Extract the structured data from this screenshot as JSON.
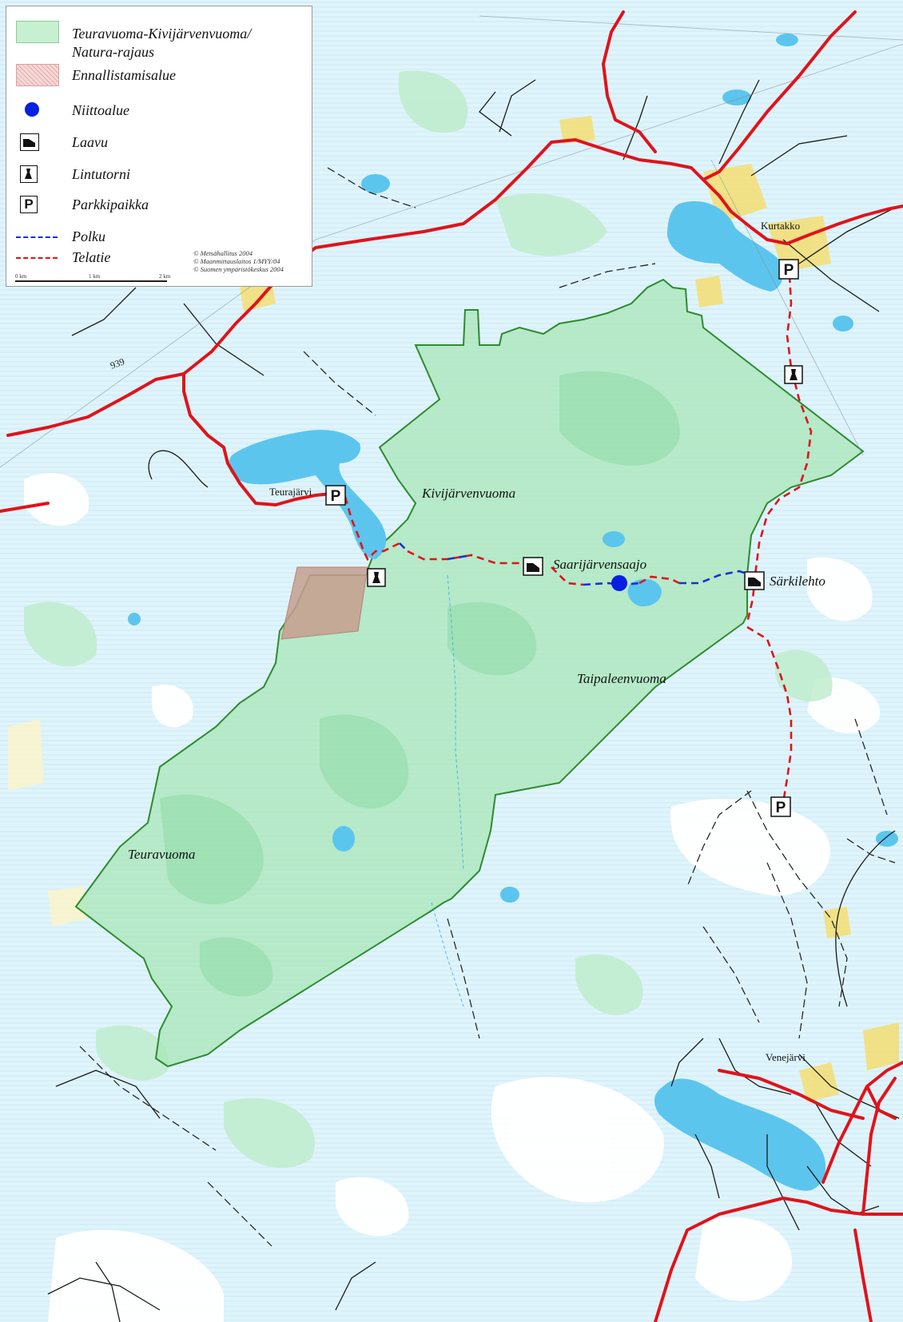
{
  "legend": {
    "items": [
      {
        "label": "Teuravuoma-Kivijärvenvuoma/",
        "label2": "Natura-rajaus",
        "symbol": "natura-area"
      },
      {
        "label": "Ennallistamisalue",
        "symbol": "restoration-area"
      },
      {
        "label": "Niittoalue",
        "symbol": "mowing-area"
      },
      {
        "label": "Laavu",
        "symbol": "shelter"
      },
      {
        "label": "Lintutorni",
        "symbol": "bird-tower"
      },
      {
        "label": "Parkkipaikka",
        "symbol": "parking"
      },
      {
        "label": "Polku",
        "symbol": "path"
      },
      {
        "label": "Telatie",
        "symbol": "boardwalk"
      }
    ],
    "credits": [
      "© Metsähallitus 2004",
      "© Maanmittauslaitos 1/MYY/04",
      "© Suomen ympäristökeskus 2004"
    ],
    "scale_labels": [
      "0 km",
      "1 km",
      "2 km"
    ],
    "parking_letter": "P"
  },
  "labels": {
    "kivijarvenvuoma": "Kivijärvenvuoma",
    "saarijarvensaajo": "Saarijärvensaajo",
    "sarkilehto": "Särkilehto",
    "taipaleenvuoma": "Taipaleenvuoma",
    "teuravuoma": "Teuravuoma",
    "teurajarvi": "Teurajärvi",
    "kurtakko": "Kurtakko",
    "venejarvi": "Venejärvi",
    "road_939": "939"
  },
  "colors": {
    "background": "#dff4fb",
    "natura_fill": "#a6e6b4",
    "natura_border": "#2f8a2f",
    "restoration": "#c79d8e",
    "water": "#5cc5ee",
    "main_road": "#e0131b",
    "path": "#1a2fd6",
    "boardwalk": "#e0131b",
    "forest": "#bfeccd",
    "fields": "#f6dd6a",
    "open_bog": "#ffffff",
    "mowing": "#0a1fe0"
  }
}
